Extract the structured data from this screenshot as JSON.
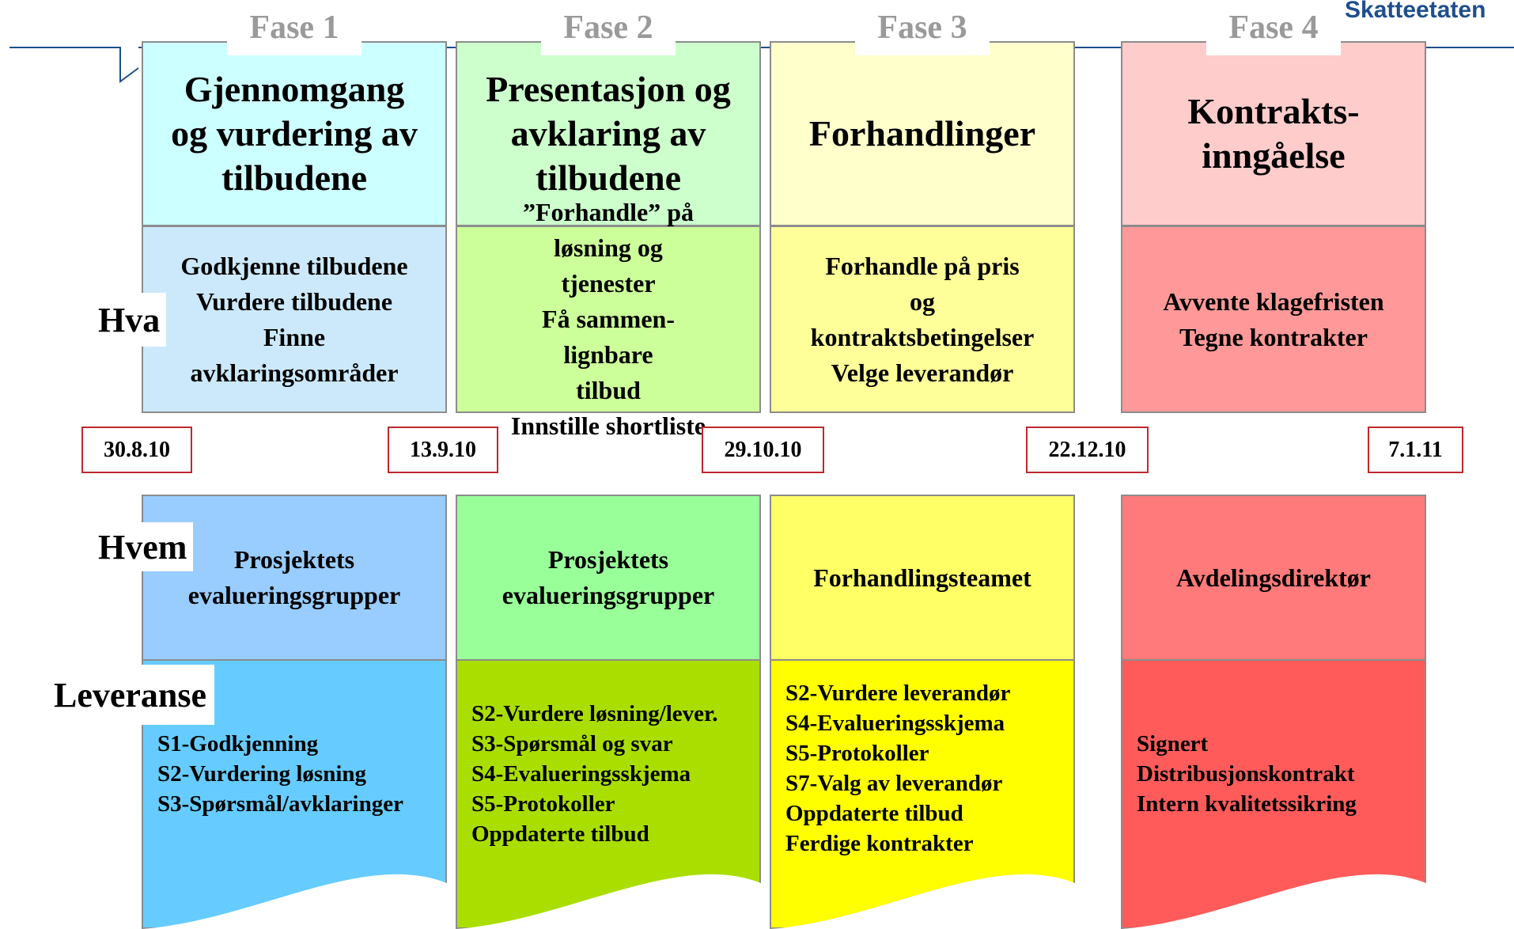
{
  "brand": "Skatteetaten",
  "row_labels": {
    "hva": "Hva",
    "hvem": "Hvem",
    "leveranse": "Leveranse"
  },
  "phases": [
    {
      "label": "Fase 1",
      "title": "Gjennomgang og vurdering av tilbudene",
      "hva": [
        "Godkjenne tilbudene",
        "Vurdere tilbudene",
        "Finne avklaringsområder"
      ],
      "hvem": "Prosjektets evalueringsgrupper",
      "leveranse": [
        "S1-Godkjenning",
        "S2-Vurdering løsning",
        "S3-Spørsmål/avklaringer"
      ],
      "colors": {
        "title": "#ccffff",
        "hva": "#cce9fb",
        "hvem": "#99ccff",
        "lev": "#66ccff"
      }
    },
    {
      "label": "Fase 2",
      "title": "Presentasjon og avklaring av tilbudene",
      "hva": [
        "”Forhandle” på løsning og tjenester",
        "Få sammen-lignbare tilbud",
        "Innstille shortliste"
      ],
      "hvem": "Prosjektets evalueringsgrupper",
      "leveranse": [
        "S2-Vurdere løsning/lever.",
        "S3-Spørsmål og svar",
        "S4-Evalueringsskjema",
        "S5-Protokoller",
        "Oppdaterte tilbud"
      ],
      "colors": {
        "title": "#ccffcc",
        "hva": "#ccff99",
        "hvem": "#99ff99",
        "lev": "#aade00"
      }
    },
    {
      "label": "Fase 3",
      "title": "Forhandlinger",
      "hva": [
        "Forhandle på pris og kontraktsbetingelser",
        "Velge leverandør"
      ],
      "hvem": "Forhandlingsteamet",
      "leveranse": [
        "S2-Vurdere leverandør",
        "S4-Evalueringsskjema",
        "S5-Protokoller",
        "S7-Valg av leverandør",
        "Oppdaterte tilbud",
        "Ferdige kontrakter"
      ],
      "colors": {
        "title": "#ffffcc",
        "hva": "#ffff99",
        "hvem": "#ffff66",
        "lev": "#ffff00"
      }
    },
    {
      "label": "Fase 4",
      "title": "Kontrakts-inngåelse",
      "hva": [
        "Avvente klagefristen",
        "Tegne kontrakter"
      ],
      "hvem": "Avdelingsdirektør",
      "leveranse": [
        "Signert",
        "Distribusjonskontrakt",
        "Intern kvalitetssikring"
      ],
      "colors": {
        "title": "#ffcccc",
        "hva": "#ff9999",
        "hvem": "#ff7a7a",
        "lev": "#ff5b5b"
      }
    }
  ],
  "dates": [
    "30.8.10",
    "13.9.10",
    "29.10.10",
    "22.12.10",
    "7.1.11"
  ],
  "colors": {
    "top_line": "#1f4e8c",
    "date_border": "#c0282d",
    "phase_label": "#9a9a9a"
  }
}
